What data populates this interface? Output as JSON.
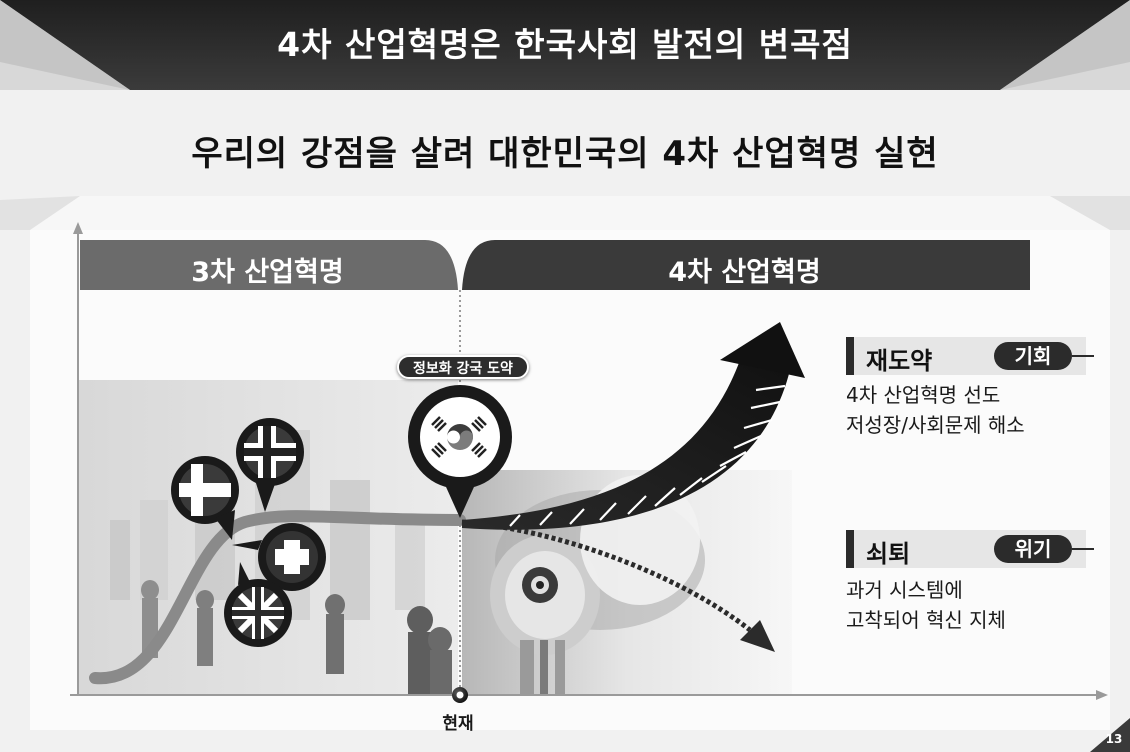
{
  "header": {
    "title": "4차 산업혁명은 한국사회 발전의 변곡점"
  },
  "subtitle": "우리의 강점을 살려 대한민국의 4차 산업혁명 실현",
  "diagram": {
    "left_tab": "3차 산업혁명",
    "right_tab": "4차 산업혁명",
    "korea_pill": "정보화 강국 도약",
    "x_axis_label": "현재",
    "outcome_up": {
      "title": "재도약",
      "badge": "기회",
      "lines": [
        "4차 산업혁명 선도",
        "저성장/사회문제 해소"
      ]
    },
    "outcome_down": {
      "title": "쇠퇴",
      "badge": "위기",
      "lines": [
        "과거 시스템에",
        "고착되어 혁신 지체"
      ]
    }
  },
  "page_number": "13",
  "colors": {
    "banner": "#2b2b2b",
    "panel_background": "#f7f7f7",
    "tab_left": "#6b6b6b",
    "tab_right": "#3a3a3a",
    "badge": "#2b2b2b"
  },
  "icons": [
    "flag-denmark-icon",
    "flag-norway-icon",
    "flag-switzerland-icon",
    "flag-uk-icon",
    "flag-korea-icon",
    "up-arrow-icon",
    "down-arrow-icon",
    "people-silhouette-image",
    "robot-face-image"
  ]
}
